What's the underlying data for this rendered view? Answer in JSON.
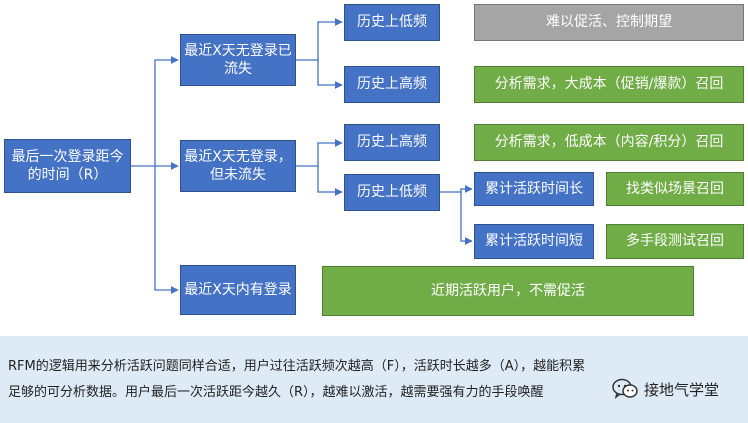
{
  "colors": {
    "blue": "#4472C4",
    "green": "#70AD47",
    "gray": "#A5A5A5",
    "line": "#4472C4",
    "caption_bg": "#DEEBF7"
  },
  "root": {
    "label": "最后一次登录距今的时间（R）"
  },
  "branches": [
    {
      "label": "最近X天无登录已流失",
      "children": [
        {
          "label": "历史上低频",
          "outcome": "难以促活、控制期望",
          "outcome_color": "gray"
        },
        {
          "label": "历史上高频",
          "outcome": "分析需求，大成本（促销/爆款）召回",
          "outcome_color": "green"
        }
      ]
    },
    {
      "label": "最近X天无登录，但未流失",
      "children": [
        {
          "label": "历史上高频",
          "outcome": "分析需求，低成本（内容/积分）召回",
          "outcome_color": "green"
        },
        {
          "label": "历史上低频",
          "children": [
            {
              "label": "累计活跃时间长",
              "outcome": "找类似场景召回"
            },
            {
              "label": "累计活跃时间短",
              "outcome": "多手段测试召回"
            }
          ]
        }
      ]
    },
    {
      "label": "最近X天内有登录",
      "outcome": "近期活跃用户，不需促活"
    }
  ],
  "caption": "RFM的逻辑用来分析活跃问题同样合适，用户过往活跃频次越高（F），活跃时长越多（A），越能积累足够的可分析数据。用户最后一次活跃距今越久（R），越难以激活，越需要强有力的手段唤醒",
  "watermark": {
    "icon": "wechat-icon",
    "text": "接地气学堂"
  }
}
